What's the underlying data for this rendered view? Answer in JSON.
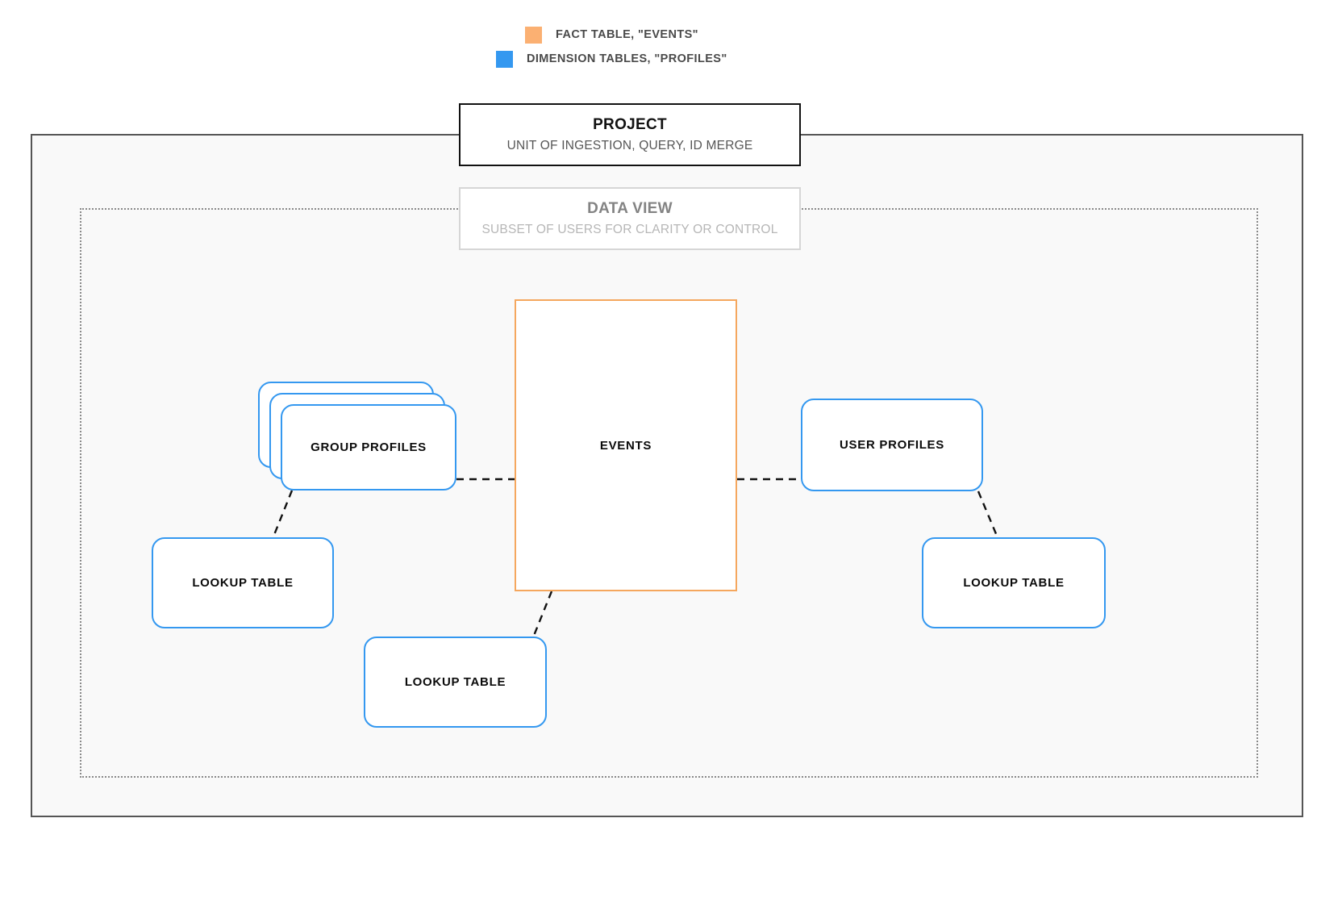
{
  "legend": {
    "items": [
      {
        "label": "FACT TABLE, \"EVENTS\"",
        "color": "#fbb072",
        "swatch_name": "legend-swatch-fact"
      },
      {
        "label": "DIMENSION TABLES, \"PROFILES\"",
        "color": "#3498f0",
        "swatch_name": "legend-swatch-dimension"
      }
    ]
  },
  "project": {
    "title": "PROJECT",
    "subtitle": "UNIT OF INGESTION, QUERY, ID MERGE",
    "border_color": "#111111"
  },
  "data_view": {
    "title": "DATA VIEW",
    "subtitle": "SUBSET OF USERS FOR CLARITY OR CONTROL",
    "border_color": "#d6d6d6"
  },
  "entities": {
    "events": {
      "label": "EVENTS",
      "type": "fact",
      "color": "#f5a75e"
    },
    "group_profiles": {
      "label": "GROUP PROFILES",
      "type": "dimension",
      "color": "#3498f0",
      "stack_count": 3
    },
    "user_profiles": {
      "label": "USER PROFILES",
      "type": "dimension",
      "color": "#3498f0"
    },
    "lookup_left": {
      "label": "LOOKUP TABLE",
      "type": "dimension",
      "color": "#3498f0"
    },
    "lookup_bottom": {
      "label": "LOOKUP TABLE",
      "type": "dimension",
      "color": "#3498f0"
    },
    "lookup_right": {
      "label": "LOOKUP TABLE",
      "type": "dimension",
      "color": "#3498f0"
    }
  },
  "connectors": {
    "style": "dashed",
    "color": "#111111",
    "edges": [
      {
        "from": "group_profiles",
        "to": "events"
      },
      {
        "from": "events",
        "to": "user_profiles"
      },
      {
        "from": "group_profiles",
        "to": "lookup_left"
      },
      {
        "from": "events",
        "to": "lookup_bottom"
      },
      {
        "from": "user_profiles",
        "to": "lookup_right"
      }
    ]
  },
  "frames": {
    "project_frame_color": "#555555",
    "project_frame_fill": "#f9f9f9",
    "data_view_frame_color": "#8a8a8a"
  }
}
